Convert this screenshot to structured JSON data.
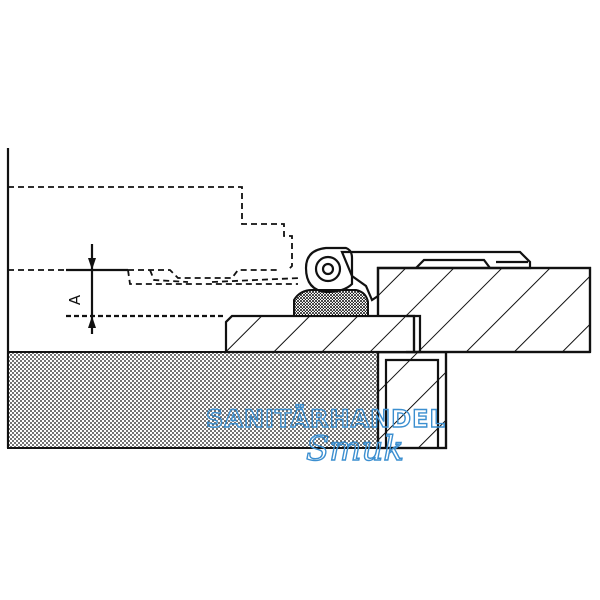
{
  "drawing": {
    "dimension_label": "A",
    "watermark": {
      "line1": "SANITÄRHANDEL",
      "line2": "Smuk",
      "color": "#3c8fd0"
    },
    "colors": {
      "ink": "#111111",
      "paper": "#ffffff"
    }
  }
}
